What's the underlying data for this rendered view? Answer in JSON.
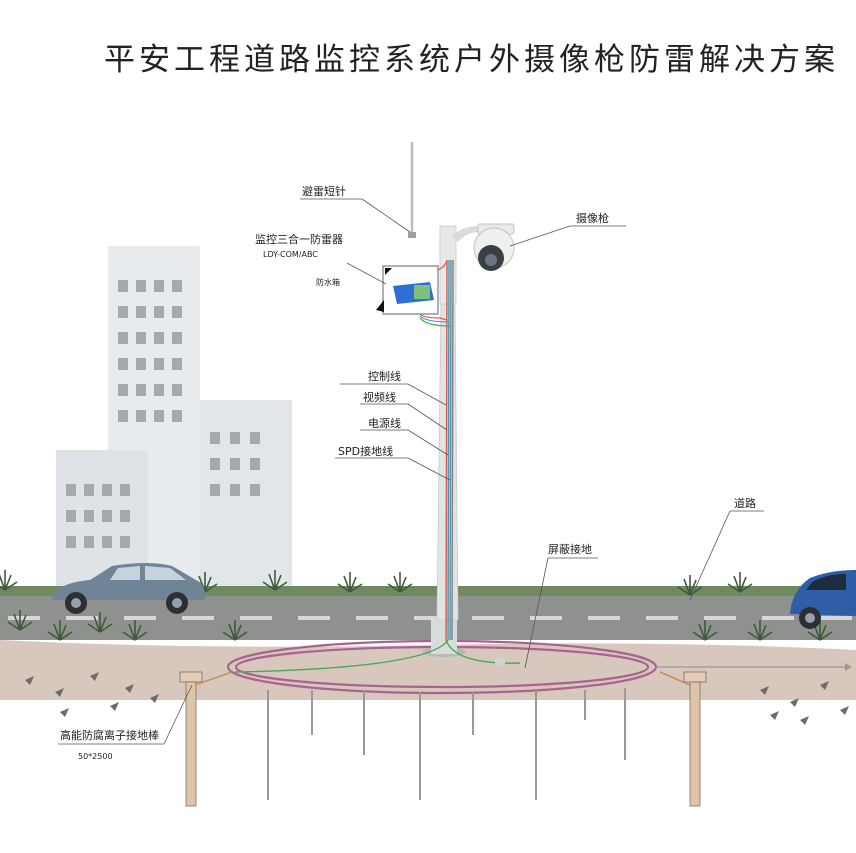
{
  "title": "平安工程道路监控系统户外摄像枪防雷解决方案",
  "labels": {
    "lightning_rod": "避雷短针",
    "camera": "摄像枪",
    "arrester": "监控三合一防雷器",
    "arrester_model": "LDY-COM/ABC",
    "waterproof_box": "防水箱",
    "control_line": "控制线",
    "video_line": "视频线",
    "power_line": "电源线",
    "spd_ground_line": "SPD接地线",
    "road": "道路",
    "shield_ground": "屏蔽接地",
    "ground_rod": "高能防腐离子接地棒",
    "ground_rod_size": "50*2500"
  },
  "colors": {
    "ground_ring": "#a8638f",
    "control_line": "#e0584f",
    "video_line": "#4a8fd9",
    "power_line": "#4aa85a",
    "spd_ground_line": "#8a6fb0",
    "building": "#e9ecef",
    "window": "#a4a8ad",
    "road": "#8f918f"
  },
  "icons": [
    "lightning-rod-icon",
    "dome-camera-icon",
    "surge-arrester-icon",
    "car-icon",
    "ground-rod-icon"
  ]
}
